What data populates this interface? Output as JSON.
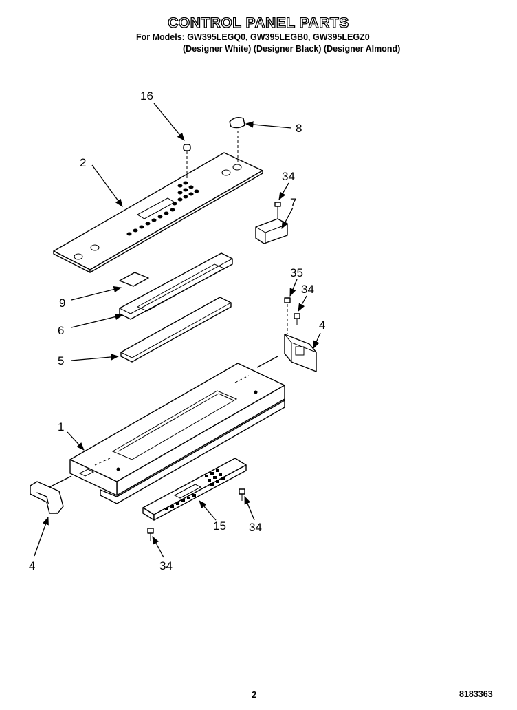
{
  "header": {
    "title": "CONTROL PANEL PARTS",
    "models": "For Models: GW395LEGQ0, GW395LEGB0, GW395LEGZ0",
    "colors": "(Designer White) (Designer Black) (Designer Almond)"
  },
  "callouts": {
    "c16": "16",
    "c8": "8",
    "c2": "2",
    "c34a": "34",
    "c7": "7",
    "c35": "35",
    "c34b": "34",
    "c9": "9",
    "c4a": "4",
    "c6": "6",
    "c5": "5",
    "c1": "1",
    "c15": "15",
    "c34c": "34",
    "c4b": "4",
    "c34d": "34"
  },
  "footer": {
    "page": "2",
    "doc": "8183363"
  }
}
